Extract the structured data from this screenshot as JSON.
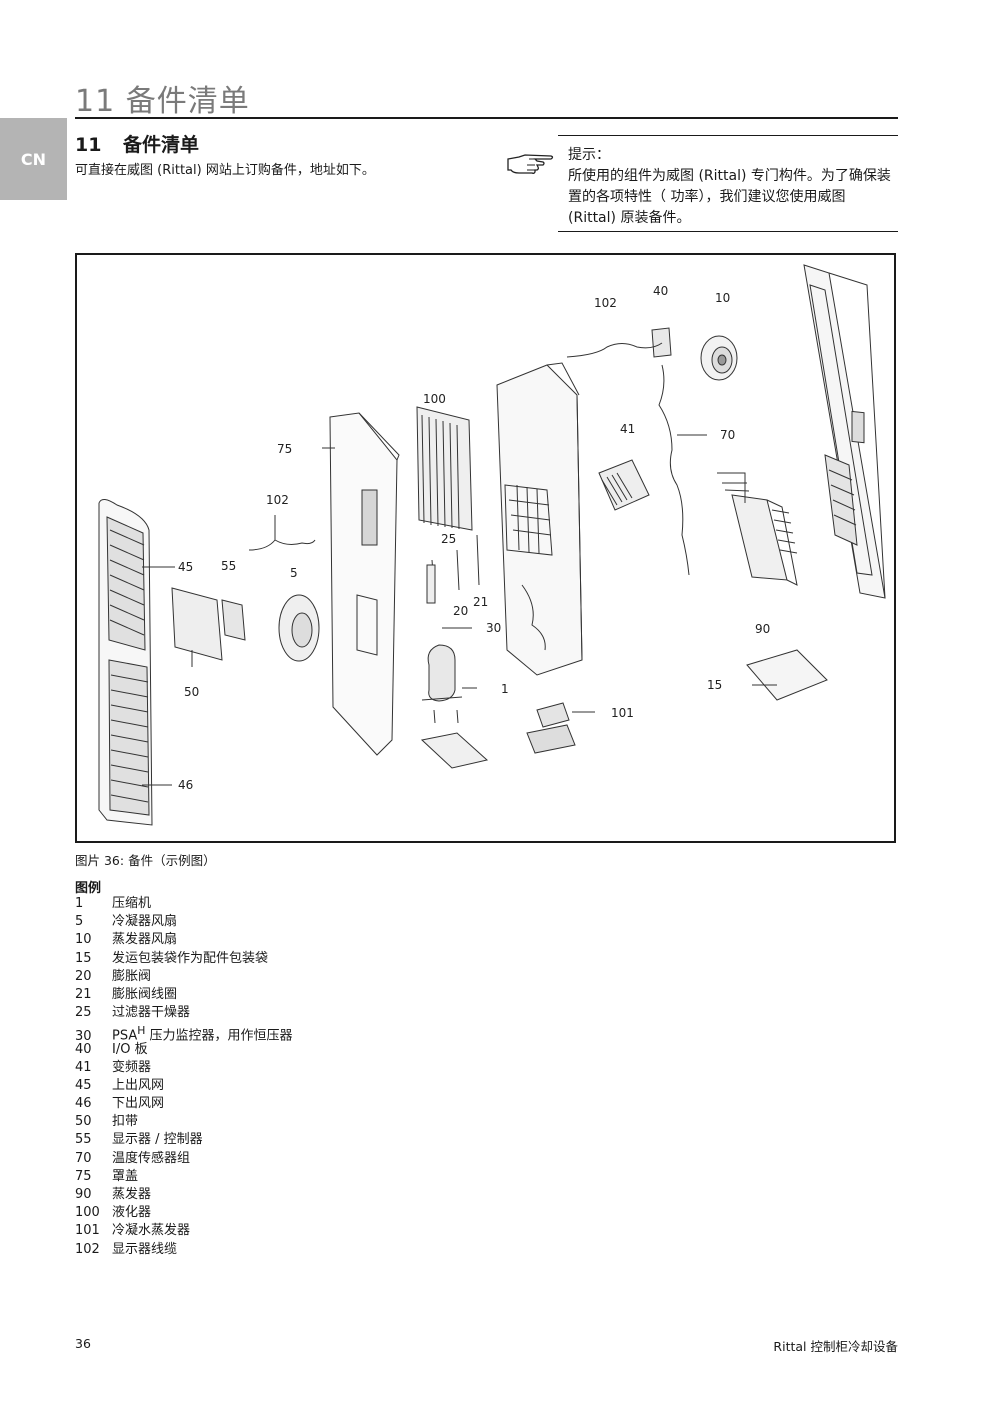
{
  "header": {
    "title": "11 备件清单"
  },
  "lang_tab": "CN",
  "section": {
    "number": "11",
    "title": "备件清单"
  },
  "intro": "可直接在威图 (Rittal) 网站上订购备件，地址如下。",
  "note": {
    "label": "提示：",
    "text": "所使用的组件为威图 (Rittal) 专门构件。为了确保装置的各项特性（ 功率），我们建议您使用威图 (Rittal) 原装备件。"
  },
  "figure": {
    "callouts": [
      "102",
      "40",
      "10",
      "100",
      "75",
      "41",
      "70",
      "102",
      "45",
      "55",
      "5",
      "25",
      "20",
      "21",
      "30",
      "90",
      "50",
      "1",
      "15",
      "101",
      "46"
    ]
  },
  "caption": "图片 36:    备件（示例图）",
  "legend": {
    "heading": "图例",
    "items": [
      {
        "num": "1",
        "label": "压缩机"
      },
      {
        "num": "5",
        "label": "冷凝器风扇"
      },
      {
        "num": "10",
        "label": "蒸发器风扇"
      },
      {
        "num": "15",
        "label": "发运包装袋作为配件包装袋"
      },
      {
        "num": "20",
        "label": "膨胀阀"
      },
      {
        "num": "21",
        "label": "膨胀阀线圈"
      },
      {
        "num": "25",
        "label": "过滤器干燥器"
      },
      {
        "num": "30",
        "label": "PSA",
        "sup": "H",
        "label_after": " 压力监控器，用作恒压器"
      },
      {
        "num": "40",
        "label": "I/O 板"
      },
      {
        "num": "41",
        "label": "变频器"
      },
      {
        "num": "45",
        "label": "上出风网"
      },
      {
        "num": "46",
        "label": "下出风网"
      },
      {
        "num": "50",
        "label": "扣带"
      },
      {
        "num": "55",
        "label": "显示器 / 控制器"
      },
      {
        "num": "70",
        "label": "温度传感器组"
      },
      {
        "num": "75",
        "label": "罩盖"
      },
      {
        "num": "90",
        "label": "蒸发器"
      },
      {
        "num": "100",
        "label": "液化器"
      },
      {
        "num": "101",
        "label": "冷凝水蒸发器"
      },
      {
        "num": "102",
        "label": "显示器线缆"
      }
    ]
  },
  "footer": {
    "page": "36",
    "title": "Rittal 控制柜冷却设备"
  }
}
